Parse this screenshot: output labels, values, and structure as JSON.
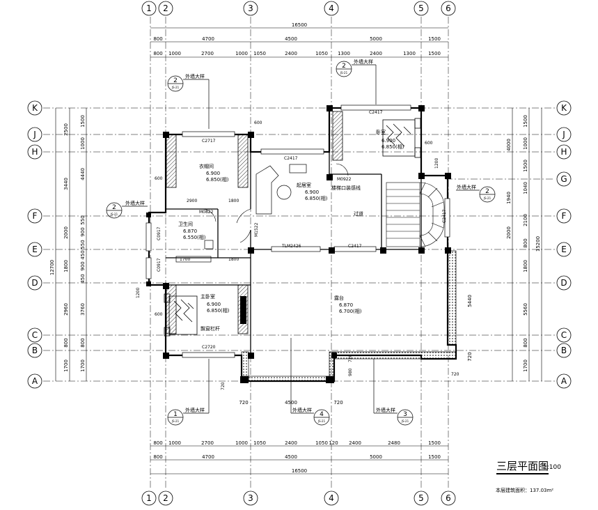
{
  "title": "三层平面图",
  "scale": "1:100",
  "area_note": "本层建筑面积：137.03m²",
  "axes": {
    "vertical": [
      "1",
      "2",
      "3",
      "4",
      "5",
      "6"
    ],
    "horizontal": [
      "K",
      "J",
      "H",
      "G",
      "F",
      "E",
      "D",
      "C",
      "B",
      "A"
    ]
  },
  "dims_top": {
    "total": "16500",
    "row2": [
      "800",
      "4700",
      "4500",
      "5000",
      "1500"
    ],
    "row3": [
      "800",
      "1000",
      "2700",
      "1000",
      "1050",
      "2400",
      "1050",
      "1300",
      "2400",
      "1300",
      "1500"
    ]
  },
  "dims_bottom": {
    "row1": [
      "800",
      "1000",
      "2700",
      "1000",
      "1050",
      "2400",
      "1050",
      "120",
      "2400",
      "2480",
      "1500"
    ],
    "row2": [
      "800",
      "4700",
      "4500",
      "5000",
      "1500"
    ],
    "total": "16500",
    "balcony": [
      "720",
      "4500",
      "720"
    ]
  },
  "dims_left": {
    "inner": [
      "1500",
      "1000",
      "4440",
      "550",
      "900",
      "550",
      "450",
      "900",
      "450",
      "3760",
      "800",
      "1700"
    ],
    "middle": [
      "2500",
      "3440",
      "2000",
      "1800",
      "2960",
      "800",
      "1700"
    ],
    "total": "12700"
  },
  "dims_right": {
    "inner": [
      "1500",
      "1000",
      "1500",
      "1040",
      "2100",
      "800",
      "1800",
      "5560",
      "800",
      "1700"
    ],
    "middle": [
      "4000",
      "1940",
      "2000",
      "5440",
      "720"
    ],
    "total": "15200"
  },
  "rooms": {
    "closet": {
      "name": "衣帽间",
      "level": "6.900",
      "level2": "6.850(相)"
    },
    "study": {
      "name": "起居室",
      "level": "6.900",
      "level2": "6.850(相)"
    },
    "bedroom_top": {
      "name": "卧室",
      "level": "6.900",
      "level2": "6.850(相)"
    },
    "bath": {
      "name": "卫生间",
      "level": "6.870",
      "level2": "6.550(相)"
    },
    "master": {
      "name": "主卧室",
      "level": "6.900",
      "level2": "6.850(相)"
    },
    "terrace": {
      "name": "露台",
      "level": "6.870",
      "level2": "6.700(相)"
    },
    "corridor": {
      "name": "过道"
    },
    "bay_window": {
      "name": "飘窗栏杆"
    },
    "stair_note": {
      "name": "楼梯口装感线"
    }
  },
  "openings": [
    "C2717",
    "C2417",
    "C2417",
    "C2417",
    "C2720",
    "M0822",
    "M1522",
    "M0922",
    "TLM2426",
    "C0917",
    "C0917",
    "C2417"
  ],
  "details": [
    {
      "num": "2",
      "text": "外墙大样",
      "sub": "JS-21"
    },
    {
      "num": "2",
      "text": "外墙大样",
      "sub": "JS-21"
    },
    {
      "num": "2",
      "text": "外墙大样",
      "sub": "JS-21"
    },
    {
      "num": "2",
      "text": "外墙大样",
      "sub": "JS-21"
    },
    {
      "num": "1",
      "text": "外墙大样",
      "sub": "JS-21"
    },
    {
      "num": "4",
      "text": "外墙大样",
      "sub": "JS-21"
    },
    {
      "num": "3",
      "text": "外墙大样",
      "sub": "JS-21"
    }
  ],
  "misc": {
    "d600a": "600",
    "d600b": "600",
    "d1200a": "1200",
    "d1200b": "1200",
    "d600c": "600",
    "d600d": "600",
    "d2900": "2900",
    "d1800a": "1800",
    "d1800b": "1800",
    "d1800c": "1800",
    "d1700": "1700",
    "d720a": "720",
    "d720b": "720",
    "d720c": "720",
    "d720d": "720",
    "d980": "980",
    "d1200c": "1200"
  }
}
